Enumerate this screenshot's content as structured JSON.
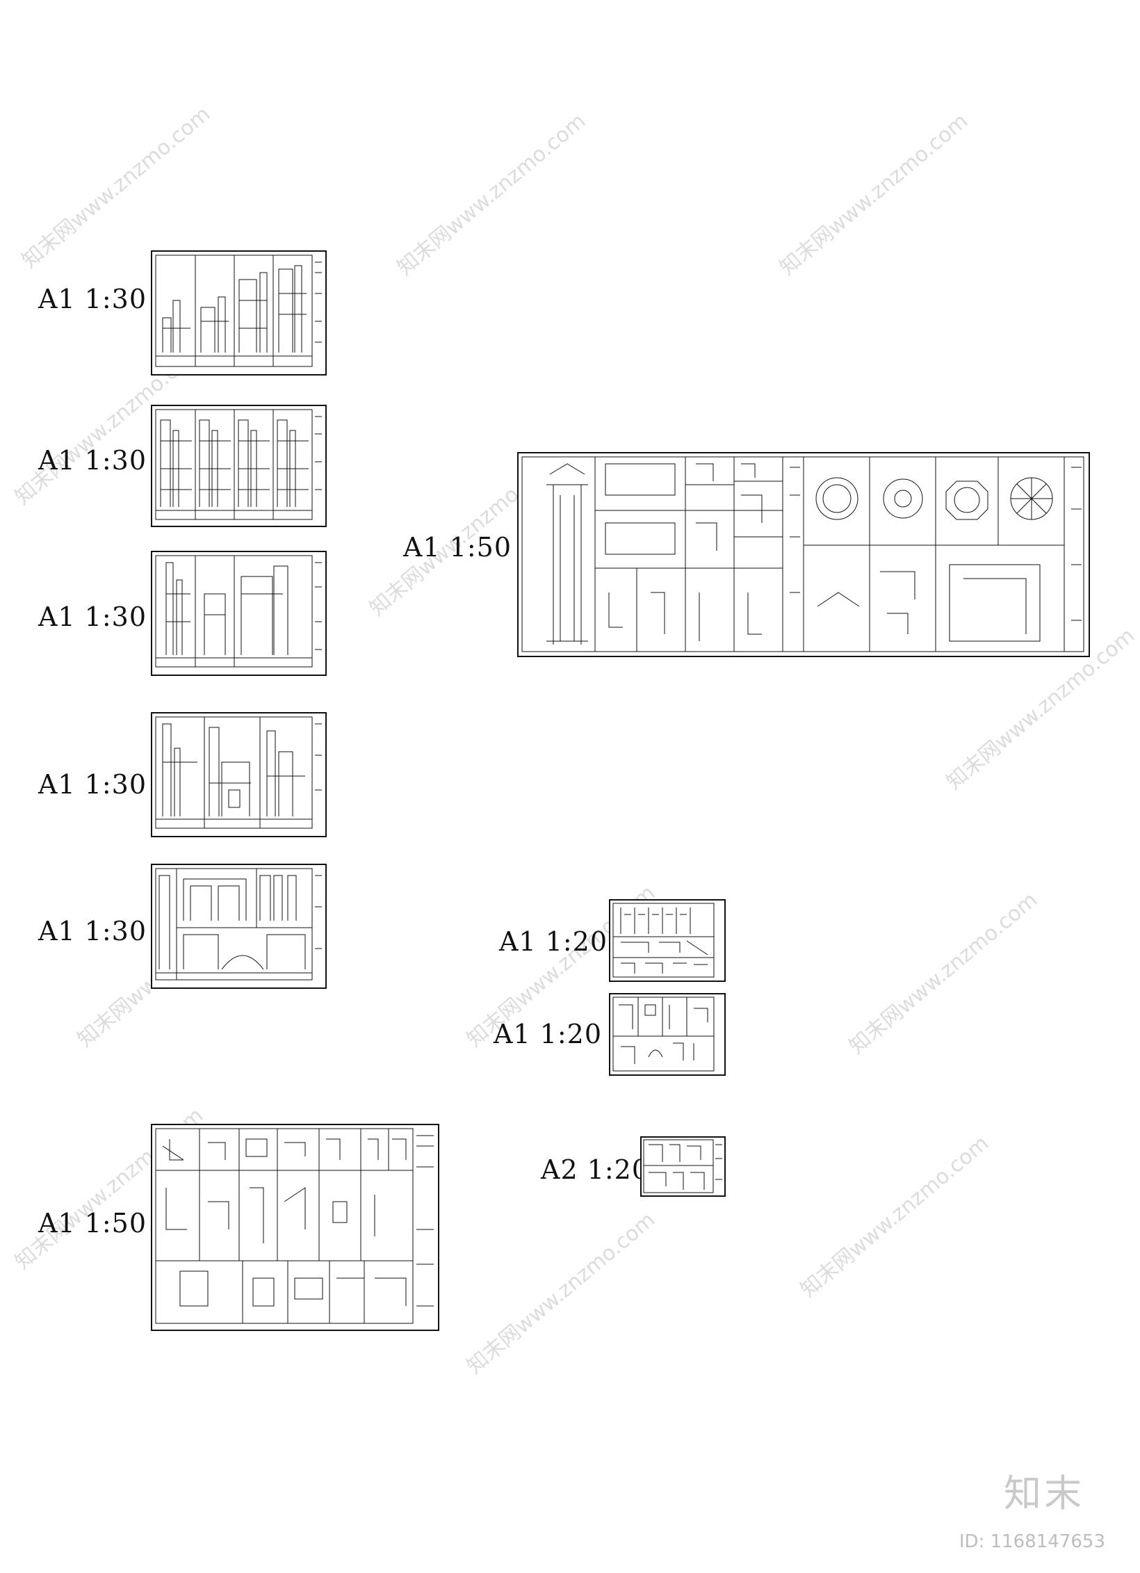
{
  "sheets": [
    {
      "label": "A1  1:30"
    },
    {
      "label": "A1  1:30"
    },
    {
      "label": "A1  1:30"
    },
    {
      "label": "A1  1:30"
    },
    {
      "label": "A1  1:30"
    },
    {
      "label": "A1  1:50"
    },
    {
      "label": "A1  1:50"
    },
    {
      "label": "A1  1:20"
    },
    {
      "label": "A1  1:20"
    },
    {
      "label": "A2  1:20"
    }
  ],
  "watermark_text": "知末网www.znzmo.com",
  "brand": "知末",
  "image_id": "ID: 1168147653"
}
